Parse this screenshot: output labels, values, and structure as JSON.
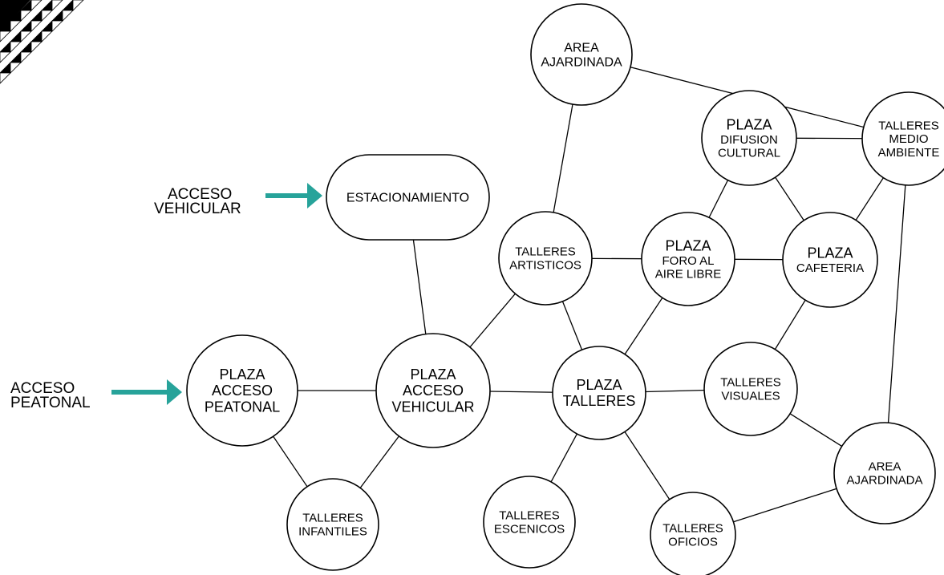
{
  "accent_color": "#27a39a",
  "corner_decoration": "diagonal-triangle-pattern-icon",
  "entries": {
    "vehicular": [
      "ACCESO",
      "VEHICULAR"
    ],
    "pedestrian": [
      "ACCESO",
      "PEATONAL"
    ]
  },
  "nodes": {
    "area_ajardinada_top": {
      "lines": [
        "AREA",
        "AJARDINADA"
      ]
    },
    "talleres_medio_ambiente": {
      "lines": [
        "TALLERES",
        "MEDIO",
        "AMBIENTE"
      ]
    },
    "plaza_difusion_cultural": {
      "lines": [
        "PLAZA",
        "DIFUSION",
        "CULTURAL"
      ]
    },
    "estacionamiento": {
      "lines": [
        "ESTACIONAMIENTO"
      ]
    },
    "talleres_artisticos": {
      "lines": [
        "TALLERES",
        "ARTISTICOS"
      ]
    },
    "plaza_foro_aire_libre": {
      "lines": [
        "PLAZA",
        "FORO AL",
        "AIRE LIBRE"
      ]
    },
    "plaza_cafeteria": {
      "lines": [
        "PLAZA",
        "CAFETERIA"
      ]
    },
    "plaza_acceso_peatonal": {
      "lines": [
        "PLAZA",
        "ACCESO",
        "PEATONAL"
      ]
    },
    "plaza_acceso_vehicular": {
      "lines": [
        "PLAZA",
        "ACCESO",
        "VEHICULAR"
      ]
    },
    "plaza_talleres": {
      "lines": [
        "PLAZA",
        "TALLERES"
      ]
    },
    "talleres_visuales": {
      "lines": [
        "TALLERES",
        "VISUALES"
      ]
    },
    "area_ajardinada_bottom": {
      "lines": [
        "AREA",
        "AJARDINADA"
      ]
    },
    "talleres_infantiles": {
      "lines": [
        "TALLERES",
        "INFANTILES"
      ]
    },
    "talleres_escenicos": {
      "lines": [
        "TALLERES",
        "ESCENICOS"
      ]
    },
    "talleres_oficios": {
      "lines": [
        "TALLERES",
        "OFICIOS"
      ]
    }
  },
  "edges": [
    [
      "area_ajardinada_top",
      "talleres_medio_ambiente"
    ],
    [
      "area_ajardinada_top",
      "talleres_artisticos"
    ],
    [
      "plaza_difusion_cultural",
      "talleres_medio_ambiente"
    ],
    [
      "plaza_difusion_cultural",
      "plaza_foro_aire_libre"
    ],
    [
      "plaza_difusion_cultural",
      "plaza_cafeteria"
    ],
    [
      "talleres_medio_ambiente",
      "plaza_cafeteria"
    ],
    [
      "talleres_medio_ambiente",
      "area_ajardinada_bottom"
    ],
    [
      "estacionamiento",
      "plaza_acceso_vehicular"
    ],
    [
      "talleres_artisticos",
      "plaza_foro_aire_libre"
    ],
    [
      "talleres_artisticos",
      "plaza_acceso_vehicular"
    ],
    [
      "talleres_artisticos",
      "plaza_talleres"
    ],
    [
      "plaza_foro_aire_libre",
      "plaza_cafeteria"
    ],
    [
      "plaza_foro_aire_libre",
      "plaza_talleres"
    ],
    [
      "plaza_cafeteria",
      "talleres_visuales"
    ],
    [
      "plaza_acceso_peatonal",
      "plaza_acceso_vehicular"
    ],
    [
      "plaza_acceso_peatonal",
      "talleres_infantiles"
    ],
    [
      "plaza_acceso_vehicular",
      "talleres_infantiles"
    ],
    [
      "plaza_acceso_vehicular",
      "plaza_talleres"
    ],
    [
      "plaza_talleres",
      "talleres_visuales"
    ],
    [
      "plaza_talleres",
      "talleres_escenicos"
    ],
    [
      "plaza_talleres",
      "talleres_oficios"
    ],
    [
      "talleres_visuales",
      "area_ajardinada_bottom"
    ],
    [
      "talleres_oficios",
      "area_ajardinada_bottom"
    ]
  ]
}
